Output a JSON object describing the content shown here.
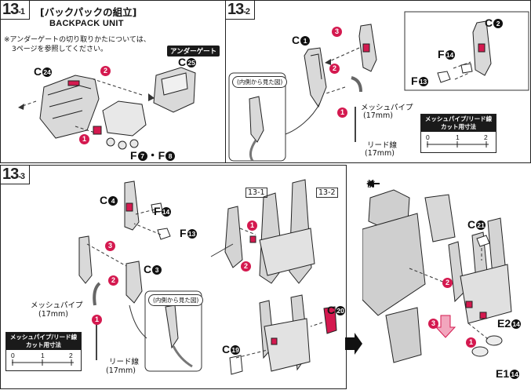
{
  "steps": {
    "s1": {
      "num": "13",
      "sub": "-1"
    },
    "s2": {
      "num": "13",
      "sub": "-2"
    },
    "s3": {
      "num": "13",
      "sub": "-3"
    }
  },
  "header": {
    "title": "[バックパックの組立]",
    "subtitle": "BACKPACK UNIT",
    "note_line1": "※アンダーゲートの切り取りかたについては、",
    "note_line2": "3ページを参照してください。",
    "under_gate_tag": "アンダーゲート"
  },
  "step1": {
    "c24": "C",
    "c24n": "24",
    "c25": "C",
    "c25n": "25",
    "f78": "F",
    "f7n": "7",
    "dot": "・",
    "f8": "F",
    "f8n": "8",
    "m1": "1",
    "m2": "2"
  },
  "step2": {
    "c1": "C",
    "c1n": "1",
    "c2": "C",
    "c2n": "2",
    "f14": "F",
    "f14n": "14",
    "f13": "F",
    "f13n": "13",
    "inside_view": "(内側から見た図)",
    "mesh_pipe": "メッシュパイプ",
    "mesh_len": "(17mm)",
    "lead_wire": "リード線",
    "lead_len": "(17mm)",
    "ruler_title1": "メッシュパイプ/リード線",
    "ruler_title2": "カット用寸法",
    "r0": "0",
    "r1": "1",
    "r2": "2",
    "m1": "1",
    "m2": "2",
    "m3": "3"
  },
  "step3": {
    "c4": "C",
    "c4n": "4",
    "f14": "F",
    "f14n": "14",
    "f13": "F",
    "f13n": "13",
    "c3": "C",
    "c3n": "3",
    "ref131": "13-1",
    "ref132": "13-2",
    "inside_view": "(内側から見た図)",
    "mesh_pipe": "メッシュパイプ",
    "mesh_len": "(17mm)",
    "lead_wire": "リード線",
    "lead_len": "(17mm)",
    "ruler_title1": "メッシュパイプ/リード線",
    "ruler_title2": "カット用寸法",
    "r0": "0",
    "r1": "1",
    "r2": "2",
    "c20": "C",
    "c20n": "20",
    "c19": "C",
    "c19n": "19",
    "front": "前",
    "c21": "C",
    "c21n": "21",
    "e2": "E2",
    "e2n": "14",
    "e1": "E1",
    "e1n": "14",
    "m1": "1",
    "m2": "2",
    "m3": "3"
  },
  "colors": {
    "accent": "#d4194f",
    "ink": "#222222",
    "gray": "#9a9a9a"
  }
}
